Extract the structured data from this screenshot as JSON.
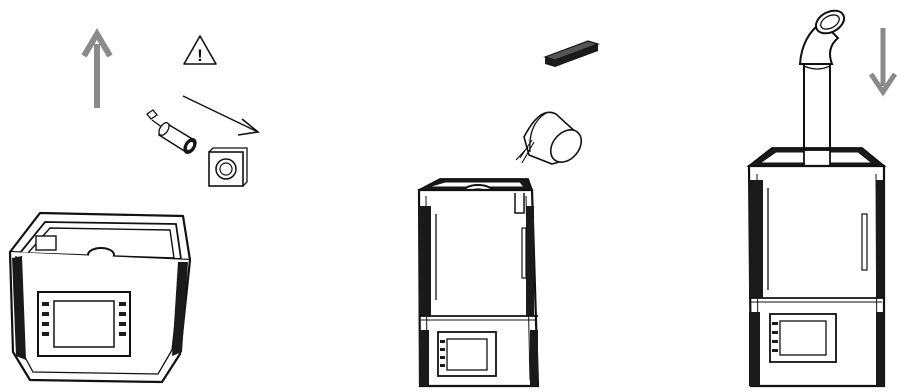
{
  "figure": {
    "panels": [
      {
        "id": "remove-parts",
        "arrow": "up",
        "warning_symbol": "!"
      },
      {
        "id": "insert-filter",
        "arrow": "none"
      },
      {
        "id": "attach-nozzle",
        "arrow": "down"
      }
    ],
    "colors": {
      "stroke": "#111111",
      "arrow_gray": "#8a8a8a",
      "fill_white": "#ffffff",
      "fill_dark": "#1a1a1a",
      "panel_gray": "#e8e8e8"
    }
  }
}
